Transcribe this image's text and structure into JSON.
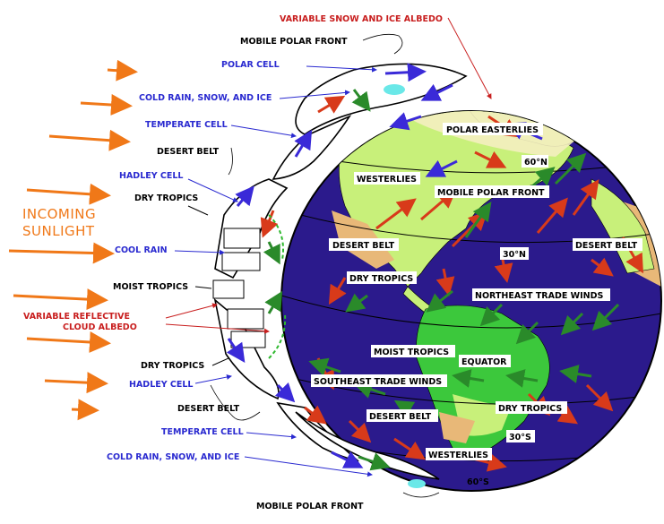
{
  "colors": {
    "ocean": "#2b1a8c",
    "land": "#c8f07a",
    "land_dry": "#e8b878",
    "moist": "#2eb82e",
    "warm_arrow": "#d83a1a",
    "cool_arrow": "#2a8a2a",
    "polar_arrow": "#3a2ad8",
    "sunlight_arrow": "#f07818",
    "ice": "#6ae8e8",
    "red_label": "#c81e1e",
    "blue_label": "#2a2ad0"
  },
  "labels": {
    "variable_snow_ice_albedo": "VARIABLE SNOW AND ICE ALBEDO",
    "mobile_polar_front_top": "MOBILE POLAR FRONT",
    "polar_cell": "POLAR CELL",
    "cold_rain_top": "COLD RAIN, SNOW, AND ICE",
    "temperate_cell_top": "TEMPERATE CELL",
    "desert_belt_left_top": "DESERT BELT",
    "hadley_cell_top": "HADLEY CELL",
    "dry_tropics_left_top": "DRY TROPICS",
    "incoming_1": "INCOMING",
    "incoming_2": "SUNLIGHT",
    "cool_rain": "COOL RAIN",
    "moist_tropics_left": "MOIST TROPICS",
    "variable_reflective_1": "VARIABLE REFLECTIVE",
    "variable_reflective_2": "CLOUD ALBEDO",
    "dry_tropics_left_bottom": "DRY TROPICS",
    "hadley_cell_bottom": "HADLEY CELL",
    "desert_belt_left_bottom": "DESERT BELT",
    "temperate_cell_bottom": "TEMPERATE CELL",
    "cold_rain_bottom": "COLD RAIN, SNOW, AND ICE",
    "mobile_polar_front_bottom": "MOBILE POLAR FRONT"
  },
  "globe_labels": {
    "polar_easterlies": "POLAR EASTERLIES",
    "lat_60n": "60°N",
    "westerlies_n": "WESTERLIES",
    "mobile_polar_front": "MOBILE POLAR FRONT",
    "desert_belt_nw": "DESERT BELT",
    "desert_belt_ne": "DESERT BELT",
    "lat_30n": "30°N",
    "dry_tropics_n": "DRY TROPICS",
    "ne_trade_winds": "NORTHEAST TRADE WINDS",
    "moist_tropics": "MOIST TROPICS",
    "equator": "EQUATOR",
    "se_trade_winds": "SOUTHEAST TRADE WINDS",
    "dry_tropics_s": "DRY TROPICS",
    "desert_belt_s": "DESERT BELT",
    "lat_30s": "30°S",
    "westerlies_s": "WESTERLIES",
    "lat_60s": "60°S"
  }
}
